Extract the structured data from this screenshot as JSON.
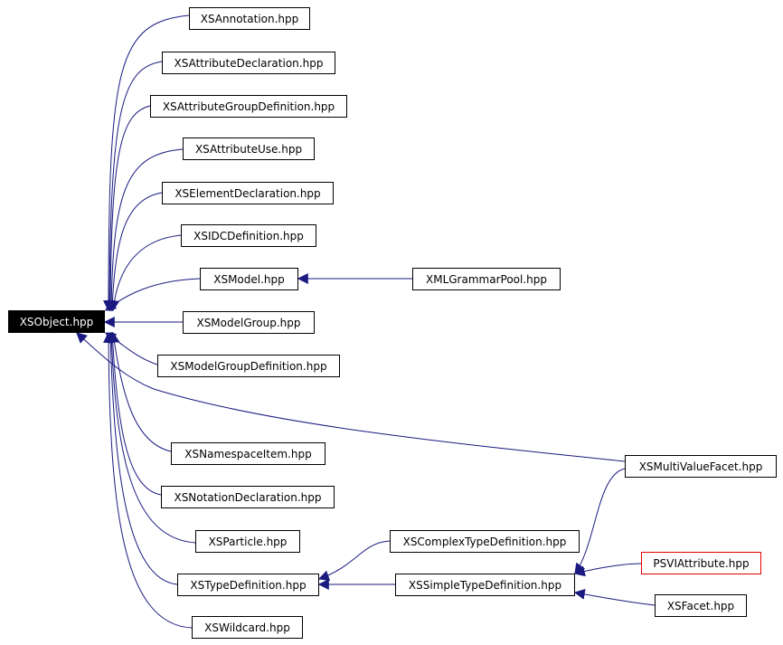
{
  "diagram": {
    "title": "",
    "nodes": [
      {
        "id": "xsobject",
        "label": "XSObject.hpp"
      },
      {
        "id": "xsannotation",
        "label": "XSAnnotation.hpp"
      },
      {
        "id": "xsattributedeclaration",
        "label": "XSAttributeDeclaration.hpp"
      },
      {
        "id": "xsattributegroupdefinition",
        "label": "XSAttributeGroupDefinition.hpp"
      },
      {
        "id": "xsattributeuse",
        "label": "XSAttributeUse.hpp"
      },
      {
        "id": "xselementdeclaration",
        "label": "XSElementDeclaration.hpp"
      },
      {
        "id": "xsidcdefinition",
        "label": "XSIDCDefinition.hpp"
      },
      {
        "id": "xsmodel",
        "label": "XSModel.hpp"
      },
      {
        "id": "xmlgrammarpool",
        "label": "XMLGrammarPool.hpp"
      },
      {
        "id": "xsmodelgroup",
        "label": "XSModelGroup.hpp"
      },
      {
        "id": "xsmodelgroupdefinition",
        "label": "XSModelGroupDefinition.hpp"
      },
      {
        "id": "xsmultivaluefacet",
        "label": "XSMultiValueFacet.hpp"
      },
      {
        "id": "xsnamespaceitem",
        "label": "XSNamespaceItem.hpp"
      },
      {
        "id": "xsnotationdeclaration",
        "label": "XSNotationDeclaration.hpp"
      },
      {
        "id": "xsparticle",
        "label": "XSParticle.hpp"
      },
      {
        "id": "xscomplextypedefinition",
        "label": "XSComplexTypeDefinition.hpp"
      },
      {
        "id": "psviattribute",
        "label": "PSVIAttribute.hpp"
      },
      {
        "id": "xstypedefinition",
        "label": "XSTypeDefinition.hpp"
      },
      {
        "id": "xssimpletypedefinition",
        "label": "XSSimpleTypeDefinition.hpp"
      },
      {
        "id": "xsfacet",
        "label": "XSFacet.hpp"
      },
      {
        "id": "xswildcard",
        "label": "XSWildcard.hpp"
      }
    ],
    "edges": [
      {
        "from": "xsannotation",
        "to": "xsobject"
      },
      {
        "from": "xsattributedeclaration",
        "to": "xsobject"
      },
      {
        "from": "xsattributegroupdefinition",
        "to": "xsobject"
      },
      {
        "from": "xsattributeuse",
        "to": "xsobject"
      },
      {
        "from": "xselementdeclaration",
        "to": "xsobject"
      },
      {
        "from": "xsidcdefinition",
        "to": "xsobject"
      },
      {
        "from": "xsmodel",
        "to": "xsobject"
      },
      {
        "from": "xmlgrammarpool",
        "to": "xsmodel"
      },
      {
        "from": "xsmodelgroup",
        "to": "xsobject"
      },
      {
        "from": "xsmodelgroupdefinition",
        "to": "xsobject"
      },
      {
        "from": "xsmultivaluefacet",
        "to": "xsobject"
      },
      {
        "from": "xsnamespaceitem",
        "to": "xsobject"
      },
      {
        "from": "xsnotationdeclaration",
        "to": "xsobject"
      },
      {
        "from": "xsparticle",
        "to": "xsobject"
      },
      {
        "from": "xstypedefinition",
        "to": "xsobject"
      },
      {
        "from": "xswildcard",
        "to": "xsobject"
      },
      {
        "from": "xscomplextypedefinition",
        "to": "xstypedefinition"
      },
      {
        "from": "xssimpletypedefinition",
        "to": "xstypedefinition"
      },
      {
        "from": "xsmultivaluefacet",
        "to": "xssimpletypedefinition"
      },
      {
        "from": "psviattribute",
        "to": "xssimpletypedefinition"
      },
      {
        "from": "xsfacet",
        "to": "xssimpletypedefinition"
      }
    ],
    "colors": {
      "edge": "#1a1a80",
      "root_fill": "#000000",
      "root_text": "#ffffff",
      "highlight_border": "#e00000"
    }
  }
}
